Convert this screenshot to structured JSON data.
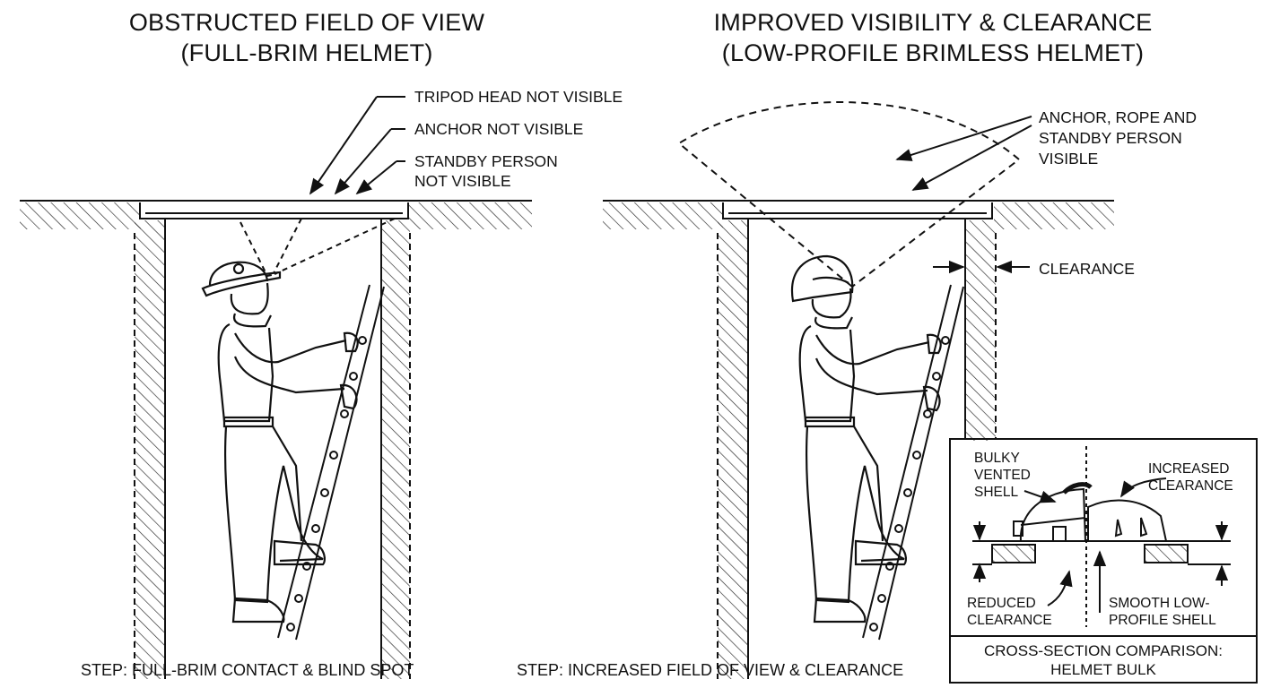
{
  "left_panel": {
    "title_line1": "OBSTRUCTED FIELD OF VIEW",
    "title_line2": "(FULL-BRIM HELMET)",
    "callout_tripod": "TRIPOD HEAD NOT VISIBLE",
    "callout_anchor": "ANCHOR NOT VISIBLE",
    "callout_standby_line1": "STANDBY PERSON",
    "callout_standby_line2": "NOT VISIBLE",
    "caption": "STEP: FULL-BRIM CONTACT & BLIND SPOT"
  },
  "right_panel": {
    "title_line1": "IMPROVED VISIBILITY & CLEARANCE",
    "title_line2": "(LOW-PROFILE BRIMLESS HELMET)",
    "callout_visible_line1": "ANCHOR, ROPE AND",
    "callout_visible_line2": "STANDBY PERSON",
    "callout_visible_line3": "VISIBLE",
    "callout_clearance": "CLEARANCE",
    "caption": "STEP: INCREASED FIELD OF VIEW & CLEARANCE"
  },
  "inset": {
    "bulky_line1": "BULKY",
    "bulky_line2": "VENTED",
    "bulky_line3": "SHELL",
    "increased_line1": "INCREASED",
    "increased_line2": "CLEARANCE",
    "reduced_line1": "REDUCED",
    "reduced_line2": "CLEARANCE",
    "smooth_line1": "SMOOTH LOW-",
    "smooth_line2": "PROFILE SHELL",
    "caption_line1": "CROSS-SECTION COMPARISON:",
    "caption_line2": "HELMET BULK"
  }
}
